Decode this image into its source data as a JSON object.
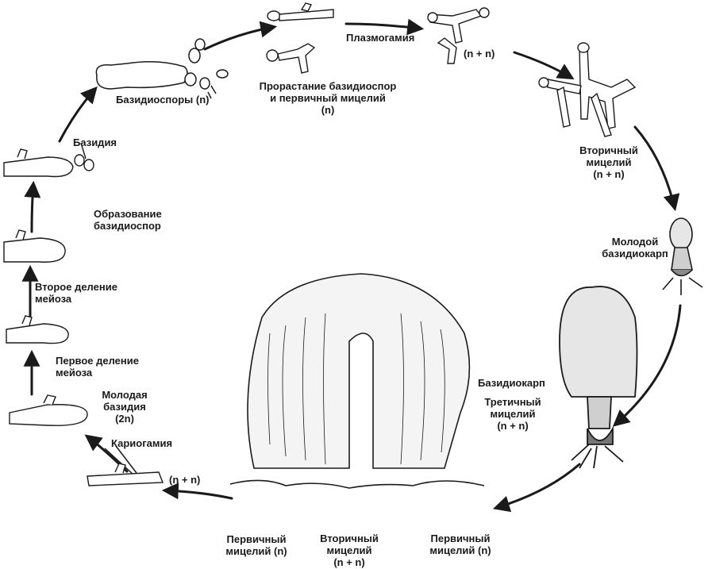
{
  "labels": {
    "basidiospores": "Базидиоспоры (n)",
    "germination_line1": "Прорастание базидиоспор",
    "germination_line2": "и первичный мицелий",
    "germination_ploidy": "(n)",
    "plasmogamy": "Плазмогамия",
    "plasmogamy_ploidy": "(n + n)",
    "secondary_top_line1": "Вторичный",
    "secondary_top_line2": "мицелий",
    "secondary_top_ploidy": "(n + n)",
    "young_basidiocarp_line1": "Молодой",
    "young_basidiocarp_line2": "базидиокарп",
    "basidiocarp": "Базидиокарп",
    "tertiary_line1": "Третичный",
    "tertiary_line2": "мицелий",
    "tertiary_ploidy": "(n + n)",
    "primary_right_line1": "Первичный",
    "primary_right_line2": "мицелий (n)",
    "secondary_bottom_line1": "Вторичный",
    "secondary_bottom_line2": "мицелий",
    "secondary_bottom_ploidy": "(n + n)",
    "primary_left_line1": "Первичный",
    "primary_left_line2": "мицелий (n)",
    "dikaryon_ploidy": "(n + n)",
    "karyogamy": "Кариогамия",
    "young_basidium_line1": "Молодая",
    "young_basidium_line2": "базидия",
    "young_basidium_ploidy": "(2n)",
    "meiosis1_line1": "Первое деление",
    "meiosis1_line2": "мейоза",
    "meiosis2_line1": "Второе деление",
    "meiosis2_line2": "мейоза",
    "spore_formation_line1": "Образование",
    "spore_formation_line2": "базидиоспор",
    "basidium": "Базидия"
  },
  "colors": {
    "ink": "#1a1a1a",
    "cap_fill": "#e6e6e6",
    "stipe_fill": "#cfcfcf",
    "background": "#ffffff"
  }
}
